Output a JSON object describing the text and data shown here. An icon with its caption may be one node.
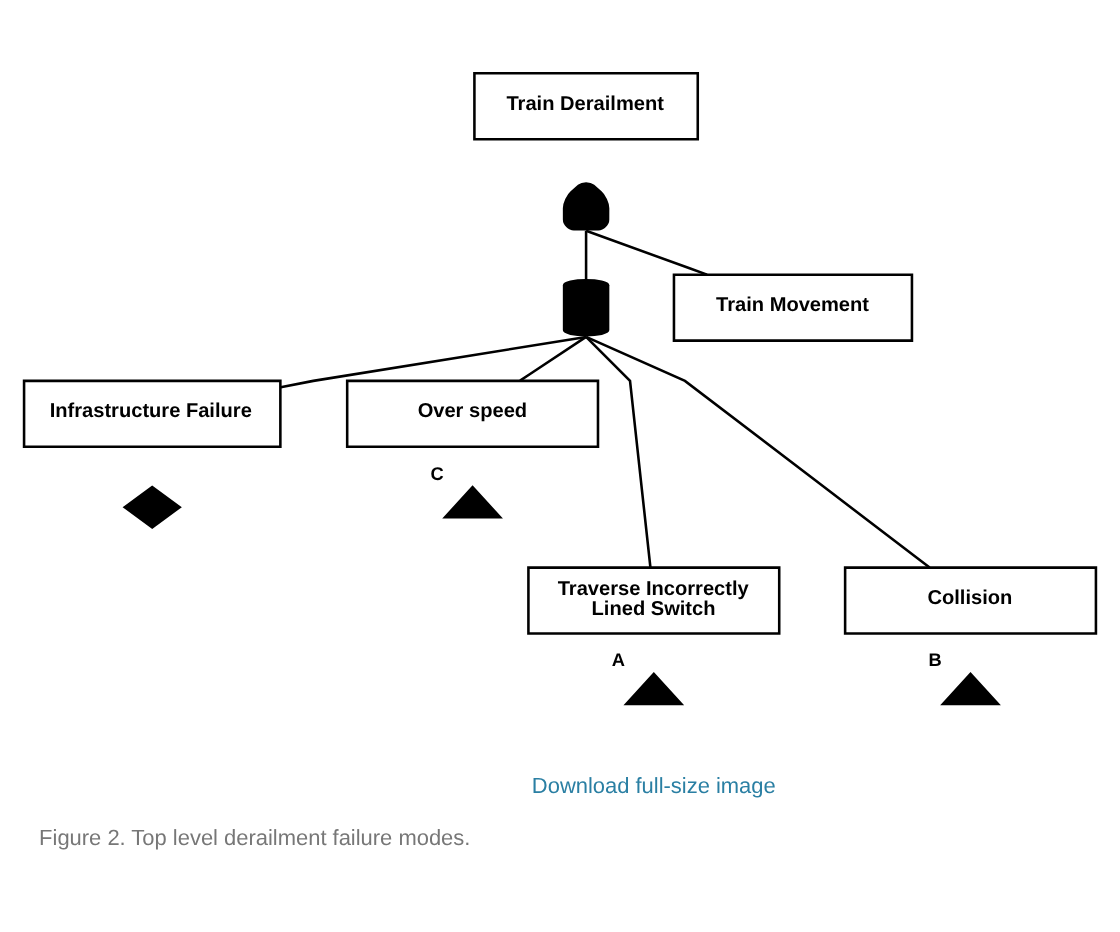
{
  "diagram": {
    "caption": "Figure 2. Top level derailment failure modes.",
    "nodes": [
      {
        "text": [
          "Train Derailment"
        ]
      },
      {
        "text": [],
        "shape": "and-gate"
      },
      {
        "text": [
          "Train Movement"
        ]
      },
      {
        "text": [],
        "shape": "or-gate"
      },
      {
        "text": [
          "Infrastructure Failure"
        ]
      },
      {
        "text": [],
        "shape": "diamond"
      },
      {
        "text": [
          "Over speed"
        ]
      },
      {
        "text": [],
        "shape": "triangle",
        "beside": [
          "C"
        ]
      },
      {
        "text": [
          "Traverse Incorrectly Lined Switch"
        ]
      },
      {
        "text": [],
        "shape": "triangle",
        "beside": [
          "A"
        ]
      },
      {
        "text": [
          "Collision"
        ]
      },
      {
        "text": [],
        "shape": "triangle",
        "beside": [
          "B"
        ]
      }
    ],
    "edges": [
      {
        "from": 1,
        "to": 3,
        "arrow": "none"
      },
      {
        "from": 1,
        "to": 2,
        "arrow": "none"
      },
      {
        "from": 3,
        "to": 4,
        "arrow": "none"
      },
      {
        "from": 3,
        "to": 6,
        "arrow": "none"
      },
      {
        "from": 3,
        "to": 8,
        "arrow": "none"
      },
      {
        "from": 3,
        "to": 10,
        "arrow": "none"
      }
    ],
    "labels": [
      "Download full-size image"
    ]
  }
}
